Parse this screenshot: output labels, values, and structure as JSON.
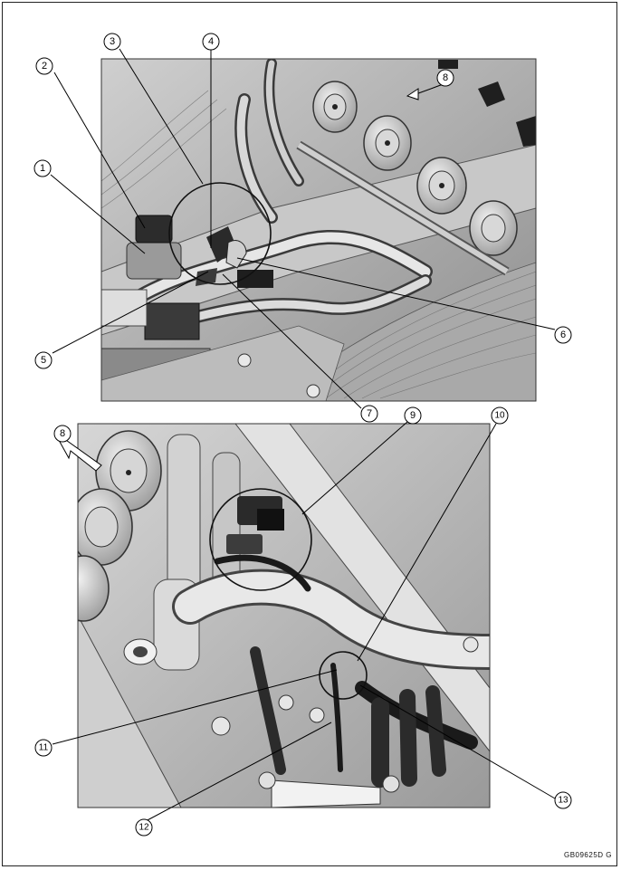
{
  "figure": {
    "document_code": "GB09625D  G",
    "callouts": {
      "c1": "1",
      "c2": "2",
      "c3": "3",
      "c4": "4",
      "c5": "5",
      "c6": "6",
      "c7": "7",
      "c8a": "8",
      "c8b": "8",
      "c9": "9",
      "c10": "10",
      "c11": "11",
      "c12": "12",
      "c13": "13"
    },
    "colors": {
      "panel_bg": "#b9b9b9",
      "part_light": "#dcdcdc",
      "part_dark": "#4a4a4a",
      "hose": "#2a2a2a",
      "leader": "#000000",
      "callout_fill": "#ffffff"
    }
  }
}
